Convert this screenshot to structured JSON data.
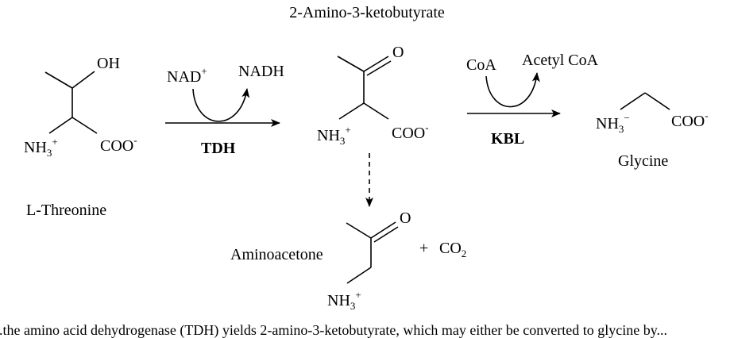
{
  "title": "2-Amino-3-ketobutyrate",
  "molecules": {
    "threonine": {
      "name": "L-Threonine",
      "oh": "OH",
      "nh3": "NH",
      "nh3_sub": "3",
      "nh3_sup": "+",
      "coo": "COO",
      "coo_sup": "-"
    },
    "ketobutyrate": {
      "o": "O",
      "nh3": "NH",
      "nh3_sub": "3",
      "nh3_sup": "+",
      "coo": "COO",
      "coo_sup": "-"
    },
    "glycine": {
      "name": "Glycine",
      "nh3": "NH",
      "nh3_sub": "3",
      "nh3_sup": "−",
      "coo": "COO",
      "coo_sup": "-"
    },
    "aminoacetone": {
      "name": "Aminoacetone",
      "o": "O",
      "nh3": "NH",
      "nh3_sub": "3",
      "nh3_sup": "+"
    }
  },
  "reactions": {
    "tdh": {
      "enzyme": "TDH",
      "cofactor_in": "NAD",
      "cofactor_in_sup": "+",
      "cofactor_out": "NADH"
    },
    "kbl": {
      "enzyme": "KBL",
      "cofactor_in": "CoA",
      "cofactor_out": "Acetyl CoA"
    },
    "decarboxylation": {
      "plus": "+",
      "co2": "CO",
      "co2_sub": "2"
    }
  },
  "caption": "...the amino acid dehydrogenase (TDH) yields 2-amino-3-ketobutyrate, which may either be converted to glycine by..."
}
